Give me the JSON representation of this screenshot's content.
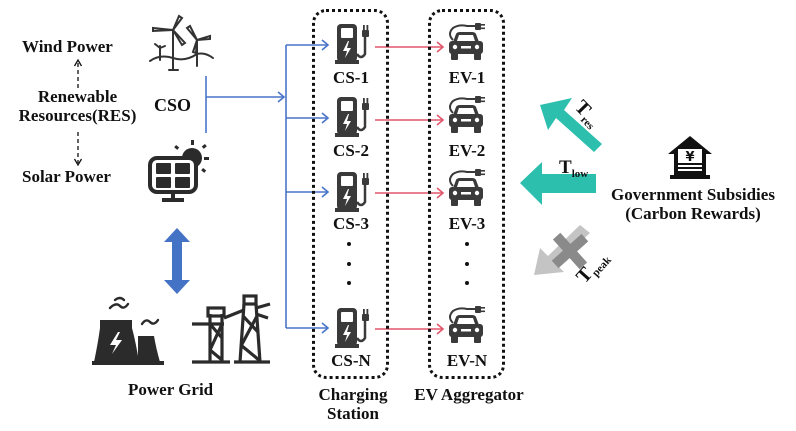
{
  "res": {
    "wind_label": "Wind Power",
    "res_label_line1": "Renewable",
    "res_label_line2": "Resources(RES)",
    "solar_label": "Solar Power",
    "cso_label": "CSO"
  },
  "power_grid": {
    "label": "Power Grid"
  },
  "charging_stations": {
    "group_label_line1": "Charging",
    "group_label_line2": "Station",
    "items": [
      {
        "label": "CS-1"
      },
      {
        "label": "CS-2"
      },
      {
        "label": "CS-3"
      },
      {
        "label": "CS-N"
      }
    ]
  },
  "ev_aggregator": {
    "group_label": "EV Aggregator",
    "items": [
      {
        "label": "EV-1"
      },
      {
        "label": "EV-2"
      },
      {
        "label": "EV-3"
      },
      {
        "label": "EV-N"
      }
    ]
  },
  "government": {
    "label_line1": "Government Subsidies",
    "label_line2": "(Carbon Rewards)",
    "icon": "bank-yen-icon"
  },
  "tariffs": {
    "res": {
      "main": "T",
      "sub": "res"
    },
    "low": {
      "main": "T",
      "sub": "low"
    },
    "peak": {
      "main": "T",
      "sub": "peak"
    }
  },
  "colors": {
    "blue_flow": "#4a74c9",
    "red_flow": "#e0566a",
    "teal_arrow": "#2cbfae",
    "grey_arrow": "#bdbdbd",
    "icon_dark": "#3a3a3a",
    "grid_arrow": "#4472c4"
  }
}
